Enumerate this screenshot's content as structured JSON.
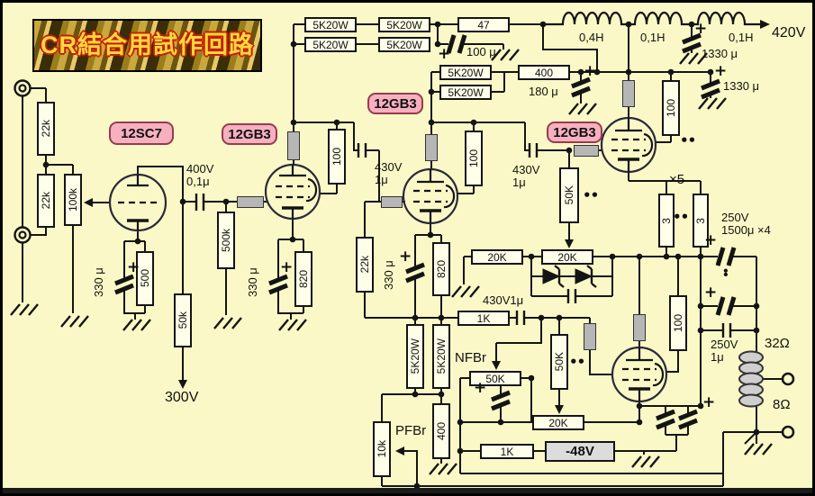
{
  "title": {
    "text": "CR結合用試作回路"
  },
  "tube_types": [
    "12SC7",
    "12GB3",
    "12GB3",
    "12GB3"
  ],
  "resistors_h": [
    "5K20W",
    "5K20W",
    "5K20W",
    "5K20W",
    "47",
    "5K20W",
    "5K20W",
    "400",
    "20K",
    "20K",
    "1K",
    "50K",
    "20K",
    "1K"
  ],
  "resistors_v": [
    "22k",
    "22k",
    "100k",
    "500k",
    "500",
    "50k",
    "100",
    "820",
    "22k",
    "100",
    "820",
    "50K",
    "100",
    "3",
    "3",
    "50K",
    "100",
    "5K20W",
    "5K20W",
    "400",
    "10k"
  ],
  "bias_box": "-48V",
  "voltages": {
    "b_plus": "420V",
    "plate_supply": "300V"
  },
  "chokes": [
    "0,4H",
    "0,1H",
    "0,1H"
  ],
  "caps": {
    "c100": "100 μ",
    "c180": "180 μ",
    "c1330a": "1330 μ",
    "c1330b": "1330 μ",
    "c330a": "330 μ",
    "c330b": "330 μ",
    "c330c": "330 μ",
    "k1a": "400V",
    "k1b": "0,1μ",
    "k2a": "430V",
    "k2b": "1μ",
    "k3a": "430V",
    "k3b": "1μ",
    "k4": "430V1μ",
    "bank1": "250V",
    "bank2": "1500μ ×4",
    "o1": "250V",
    "o2": "1μ"
  },
  "notes": {
    "nfb": "NFBr",
    "pfb": "PFBr",
    "x5": "×5",
    "ohm32": "32Ω",
    "ohm8": "8Ω",
    "plus": "+",
    "dots": "••"
  }
}
